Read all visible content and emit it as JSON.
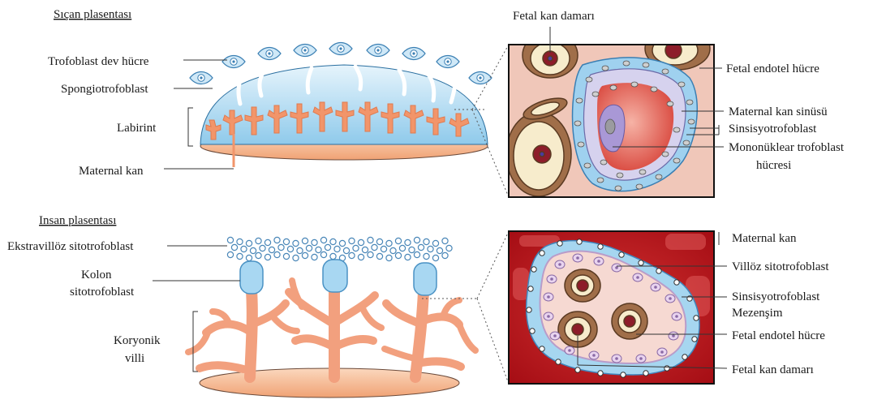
{
  "rat": {
    "title": "Sıçan plasentası",
    "labels": {
      "trophoblast_giant": "Trofoblast dev hücre",
      "spongiotrophoblast": "Spongiotrofoblast",
      "labyrinth": "Labirint",
      "maternal_blood": "Maternal kan"
    },
    "detail_labels": {
      "fetal_vessel": "Fetal kan damarı",
      "fetal_endothelial": "Fetal endotel hücre",
      "maternal_sinus": "Maternal kan sinüsü",
      "syncytio": "Sinsisyotrofoblast",
      "mononuclear_1": "Mononüklear  trofoblast",
      "mononuclear_2": "hücresi"
    }
  },
  "human": {
    "title": "Insan plasentası",
    "labels": {
      "extravillous": "Ekstravillöz sitotrofoblast",
      "column_1": "Kolon",
      "column_2": "sitotrofoblast",
      "chorionic_1": "Koryonik",
      "chorionic_2": "villi"
    },
    "detail_labels": {
      "maternal_blood": "Maternal kan",
      "villous_cyto": "Villöz sitotrofoblast",
      "syncytio": "Sinsisyotrofoblast",
      "mesenchyme": "Mezenşim",
      "fetal_endothelial": "Fetal endotel hücre",
      "fetal_vessel": "Fetal kan damarı"
    }
  },
  "colors": {
    "trophoblast_blue": "#8cc8ea",
    "villi_orange": "#f2a07e",
    "maternal_red": "#b5131a",
    "fetal_cell_brown": "#9a6b48"
  }
}
